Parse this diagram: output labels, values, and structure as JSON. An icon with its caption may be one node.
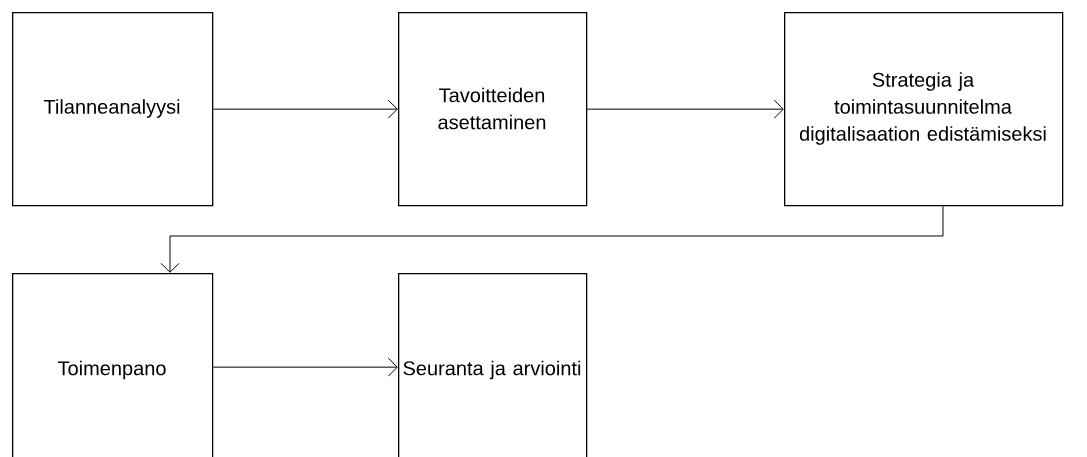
{
  "diagram": {
    "nodes": [
      {
        "text": [
          "Tilanneanalyysi"
        ]
      },
      {
        "text": [
          "Tavoitteiden asettaminen"
        ]
      },
      {
        "text": [
          "Strategia ja toimintasuunnitelma digitalisaation edistämiseksi"
        ]
      },
      {
        "text": [
          "Toimenpano"
        ]
      },
      {
        "text": [
          "Seuranta ja arviointi"
        ]
      }
    ],
    "edges": [
      {
        "from": 0,
        "to": 1,
        "arrow": "to"
      },
      {
        "from": 1,
        "to": 2,
        "arrow": "to"
      },
      {
        "from": 2,
        "to": 3,
        "arrow": "to"
      },
      {
        "from": 3,
        "to": 4,
        "arrow": "to"
      }
    ]
  }
}
